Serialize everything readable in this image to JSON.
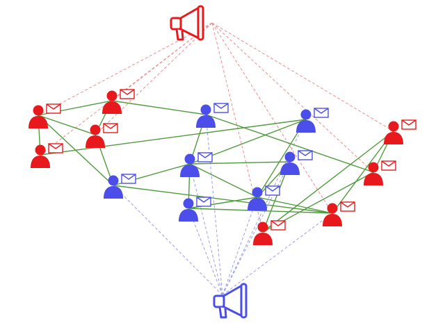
{
  "colors": {
    "red_group": "#e8191c",
    "blue_group": "#4b4ee8",
    "edge_green": "#4f9a3c",
    "broadcast_red": "#f08a8a",
    "broadcast_blue": "#9a9cf0",
    "background": "#ffffff"
  },
  "broadcasters": [
    {
      "id": "red-megaphone",
      "group": "red",
      "icon": "megaphone-icon"
    },
    {
      "id": "blue-megaphone",
      "group": "blue",
      "icon": "megaphone-icon"
    }
  ],
  "nodes": [
    {
      "id": "n1",
      "group": "red",
      "icon": "person-icon",
      "badge": "envelope-icon"
    },
    {
      "id": "n2",
      "group": "red",
      "icon": "person-icon",
      "badge": "envelope-icon"
    },
    {
      "id": "n3",
      "group": "red",
      "icon": "person-icon",
      "badge": "envelope-icon"
    },
    {
      "id": "n4",
      "group": "red",
      "icon": "person-icon",
      "badge": "envelope-icon"
    },
    {
      "id": "n5",
      "group": "blue",
      "icon": "person-icon",
      "badge": "envelope-icon"
    },
    {
      "id": "n6",
      "group": "blue",
      "icon": "person-icon",
      "badge": "envelope-icon"
    },
    {
      "id": "n7",
      "group": "red",
      "icon": "person-icon",
      "badge": "envelope-icon"
    },
    {
      "id": "n8",
      "group": "blue",
      "icon": "person-icon",
      "badge": "envelope-icon"
    },
    {
      "id": "n9",
      "group": "blue",
      "icon": "person-icon",
      "badge": "envelope-icon"
    },
    {
      "id": "n10",
      "group": "blue",
      "icon": "person-icon",
      "badge": "envelope-icon"
    },
    {
      "id": "n11",
      "group": "red",
      "icon": "person-icon",
      "badge": "envelope-icon"
    },
    {
      "id": "n12",
      "group": "blue",
      "icon": "person-icon",
      "badge": "envelope-icon"
    },
    {
      "id": "n13",
      "group": "blue",
      "icon": "person-icon",
      "badge": "envelope-icon"
    },
    {
      "id": "n14",
      "group": "red",
      "icon": "person-icon",
      "badge": "envelope-icon"
    },
    {
      "id": "n15",
      "group": "red",
      "icon": "person-icon",
      "badge": "envelope-icon"
    }
  ],
  "edges": [
    [
      "n1",
      "n2"
    ],
    [
      "n1",
      "n3"
    ],
    [
      "n1",
      "n4"
    ],
    [
      "n1",
      "n9"
    ],
    [
      "n2",
      "n4"
    ],
    [
      "n2",
      "n5"
    ],
    [
      "n3",
      "n6"
    ],
    [
      "n4",
      "n9"
    ],
    [
      "n5",
      "n8"
    ],
    [
      "n5",
      "n11"
    ],
    [
      "n6",
      "n8"
    ],
    [
      "n6",
      "n12"
    ],
    [
      "n7",
      "n11"
    ],
    [
      "n7",
      "n14"
    ],
    [
      "n7",
      "n15"
    ],
    [
      "n8",
      "n9"
    ],
    [
      "n8",
      "n10"
    ],
    [
      "n8",
      "n12"
    ],
    [
      "n8",
      "n13"
    ],
    [
      "n9",
      "n15"
    ],
    [
      "n10",
      "n12"
    ],
    [
      "n10",
      "n14"
    ],
    [
      "n11",
      "n14"
    ],
    [
      "n12",
      "n13"
    ],
    [
      "n12",
      "n15"
    ],
    [
      "n13",
      "n15"
    ]
  ],
  "broadcast_links": {
    "red-megaphone": [
      "n1",
      "n2",
      "n3",
      "n4",
      "n7",
      "n11",
      "n14",
      "n15"
    ],
    "blue-megaphone": [
      "n5",
      "n6",
      "n8",
      "n9",
      "n10",
      "n12",
      "n13",
      "n15"
    ]
  }
}
